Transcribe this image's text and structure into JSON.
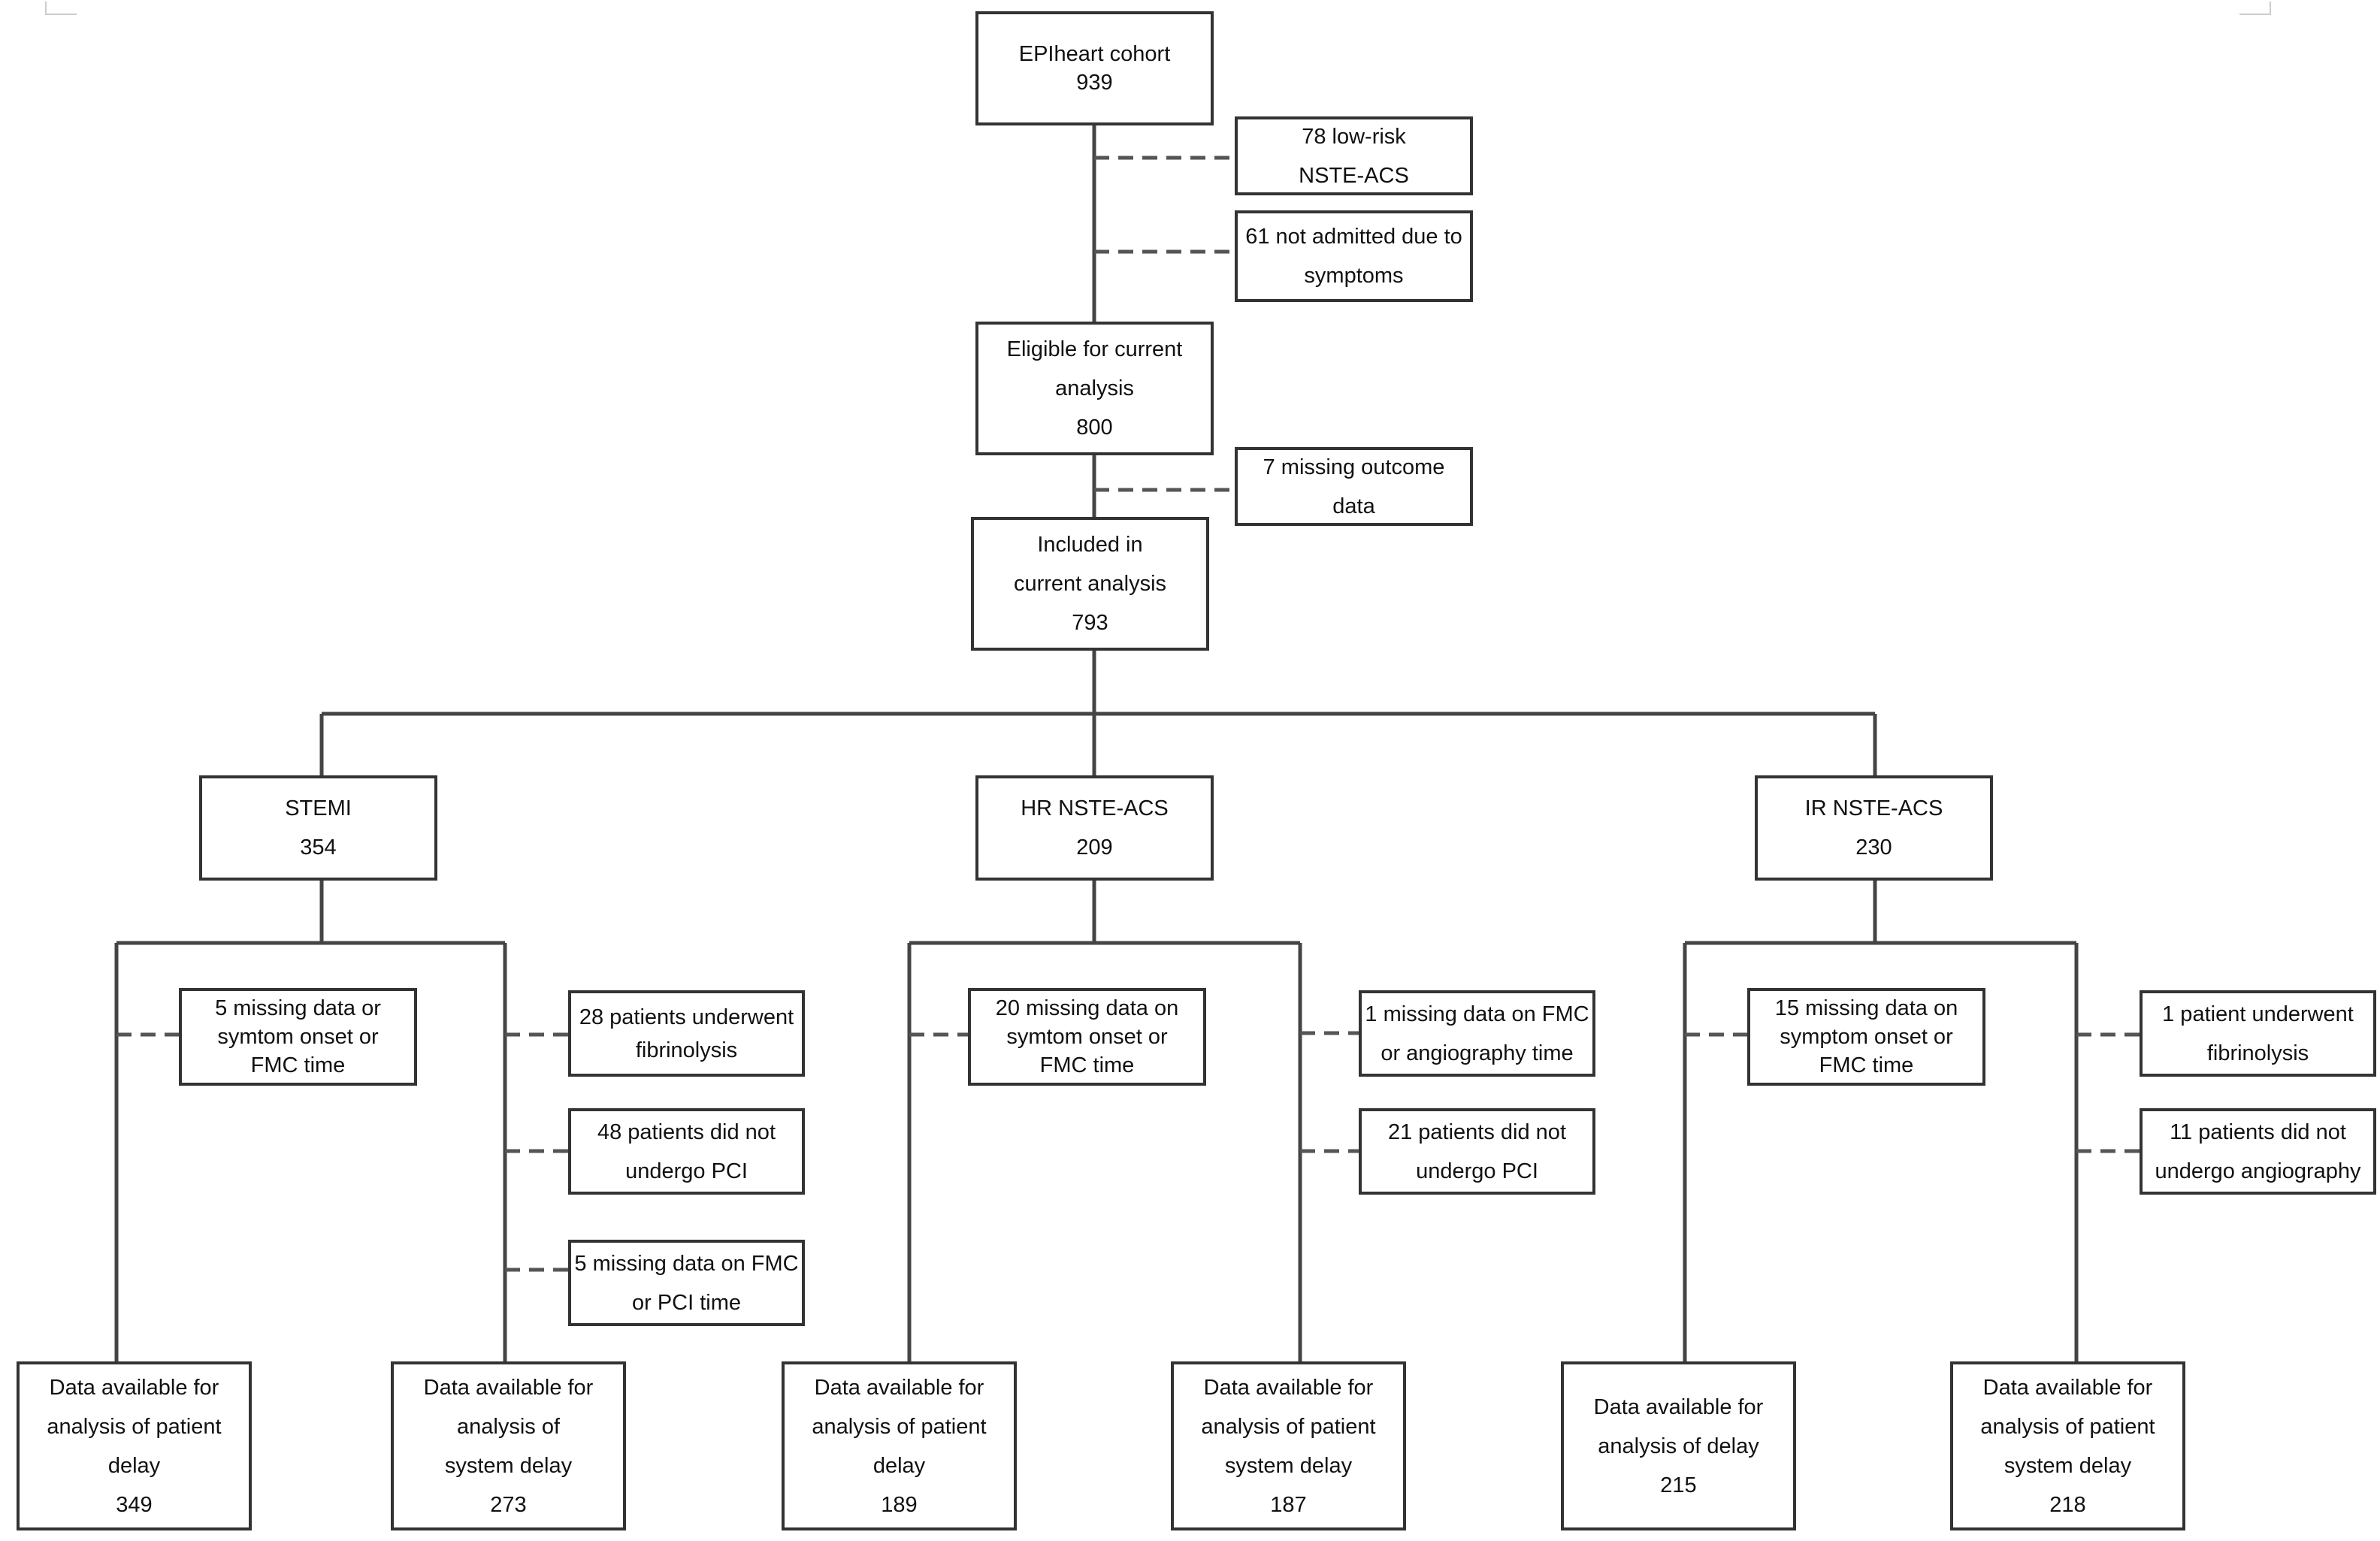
{
  "root": {
    "lines": [
      "EPIheart cohort",
      "939"
    ]
  },
  "excluded_low_risk": {
    "lines": [
      "78 low-risk",
      "NSTE-ACS"
    ]
  },
  "excluded_not_admitted": {
    "lines": [
      "61 not admitted due to",
      "symptoms"
    ]
  },
  "eligible": {
    "lines": [
      "Eligible for current",
      "analysis",
      "800"
    ]
  },
  "excluded_missing_outcome": {
    "lines": [
      "7 missing outcome",
      "data"
    ]
  },
  "included": {
    "lines": [
      "Included in",
      "current analysis",
      "793"
    ]
  },
  "groups": {
    "stemi": {
      "header": {
        "lines": [
          "STEMI",
          "354"
        ]
      },
      "patient_exclusions": [
        {
          "lines": [
            "5 missing data or",
            "symtom onset or",
            "FMC time"
          ]
        }
      ],
      "system_exclusions": [
        {
          "lines": [
            "28 patients underwent",
            "fibrinolysis"
          ]
        },
        {
          "lines": [
            "48 patients did not",
            "undergo PCI"
          ]
        },
        {
          "lines": [
            "5 missing data on FMC",
            "or PCI time"
          ]
        }
      ],
      "patient_result": {
        "lines": [
          "Data available for",
          "analysis of patient",
          "delay",
          "349"
        ]
      },
      "system_result": {
        "lines": [
          "Data available for",
          "analysis of",
          "system delay",
          "273"
        ]
      }
    },
    "hr_nste": {
      "header": {
        "lines": [
          "HR NSTE-ACS",
          "209"
        ]
      },
      "patient_exclusions": [
        {
          "lines": [
            "20 missing data on",
            "symtom onset or",
            "FMC time"
          ]
        }
      ],
      "system_exclusions": [
        {
          "lines": [
            "1 missing data on FMC",
            "or angiography time"
          ]
        },
        {
          "lines": [
            "21 patients did not",
            "undergo PCI"
          ]
        }
      ],
      "patient_result": {
        "lines": [
          "Data available for",
          "analysis of patient",
          "delay",
          "189"
        ]
      },
      "system_result": {
        "lines": [
          "Data available for",
          "analysis of patient",
          "system delay",
          "187"
        ]
      }
    },
    "ir_nste": {
      "header": {
        "lines": [
          "IR NSTE-ACS",
          "230"
        ]
      },
      "patient_exclusions": [
        {
          "lines": [
            "15 missing data on",
            "symptom onset or",
            "FMC time"
          ]
        }
      ],
      "system_exclusions": [
        {
          "lines": [
            "1 patient underwent",
            "fibrinolysis"
          ]
        },
        {
          "lines": [
            "11 patients did not",
            "undergo angiography"
          ]
        }
      ],
      "patient_result": {
        "lines": [
          "Data available for",
          "analysis of delay",
          "215"
        ]
      },
      "system_result": {
        "lines": [
          "Data available for",
          "analysis of patient",
          "system delay",
          "218"
        ]
      }
    }
  }
}
